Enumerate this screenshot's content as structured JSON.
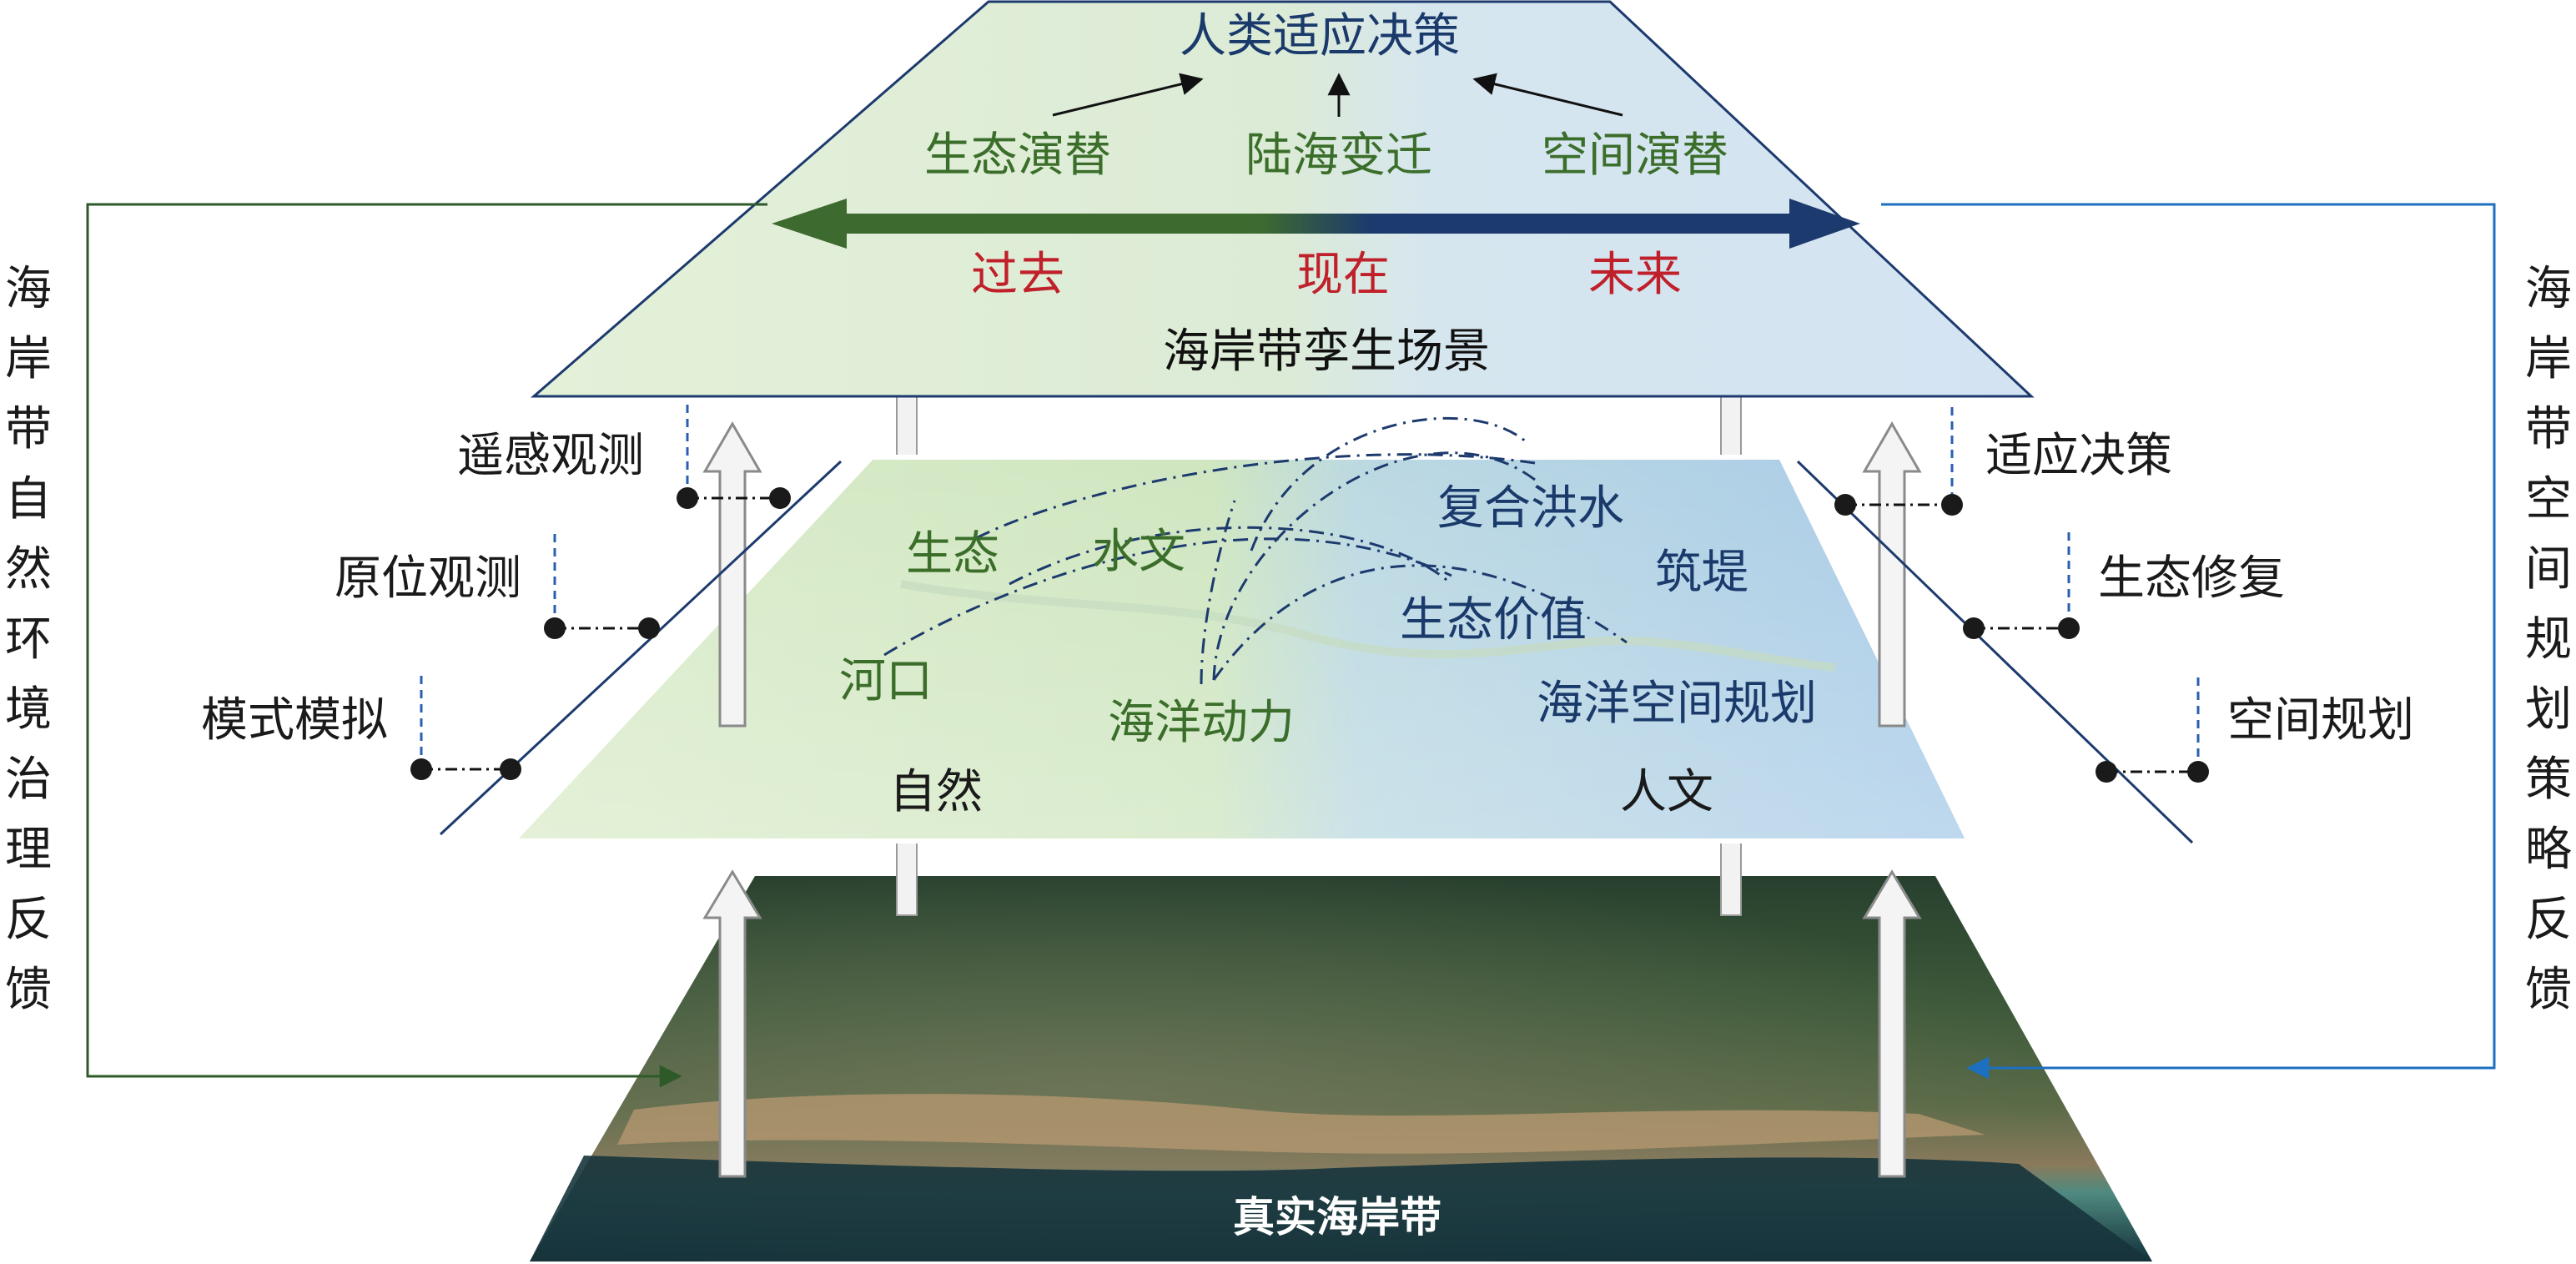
{
  "colors": {
    "green_text": "#3b6e2a",
    "navy_text": "#1a3a6b",
    "red_text": "#c0202a",
    "dark_text": "#1a1a1a",
    "left_feedback_line": "#2e5a2a",
    "right_feedback_line": "#1d6fbf",
    "dashed_blue": "#2a5fb0",
    "arrow_green": "#3d6a2e",
    "arrow_navy": "#1d3a6e"
  },
  "top_layer": {
    "title": "人类适应决策",
    "processes": [
      "生态演替",
      "陆海变迁",
      "空间演替"
    ],
    "timeline": [
      "过去",
      "现在",
      "未来"
    ],
    "scene_label": "海岸带孪生场景"
  },
  "middle_layer": {
    "labels": {
      "ecology": "生态",
      "hydrology": "水文",
      "compound_flood": "复合洪水",
      "embankment": "筑堤",
      "ecological_value": "生态价值",
      "estuary": "河口",
      "ocean_dynamics": "海洋动力",
      "marine_spatial_planning": "海洋空间规划",
      "nature": "自然",
      "humanities": "人文"
    }
  },
  "bottom_layer": {
    "label": "真实海岸带"
  },
  "left_methods": [
    "遥感观测",
    "原位观测",
    "模式模拟"
  ],
  "right_methods": [
    "适应决策",
    "生态修复",
    "空间规划"
  ],
  "left_feedback": [
    "海",
    "岸",
    "带",
    "自",
    "然",
    "环",
    "境",
    "治",
    "理",
    "反",
    "馈"
  ],
  "right_feedback": [
    "海",
    "岸",
    "带",
    "空",
    "间",
    "规",
    "划",
    "策",
    "略",
    "反",
    "馈"
  ]
}
